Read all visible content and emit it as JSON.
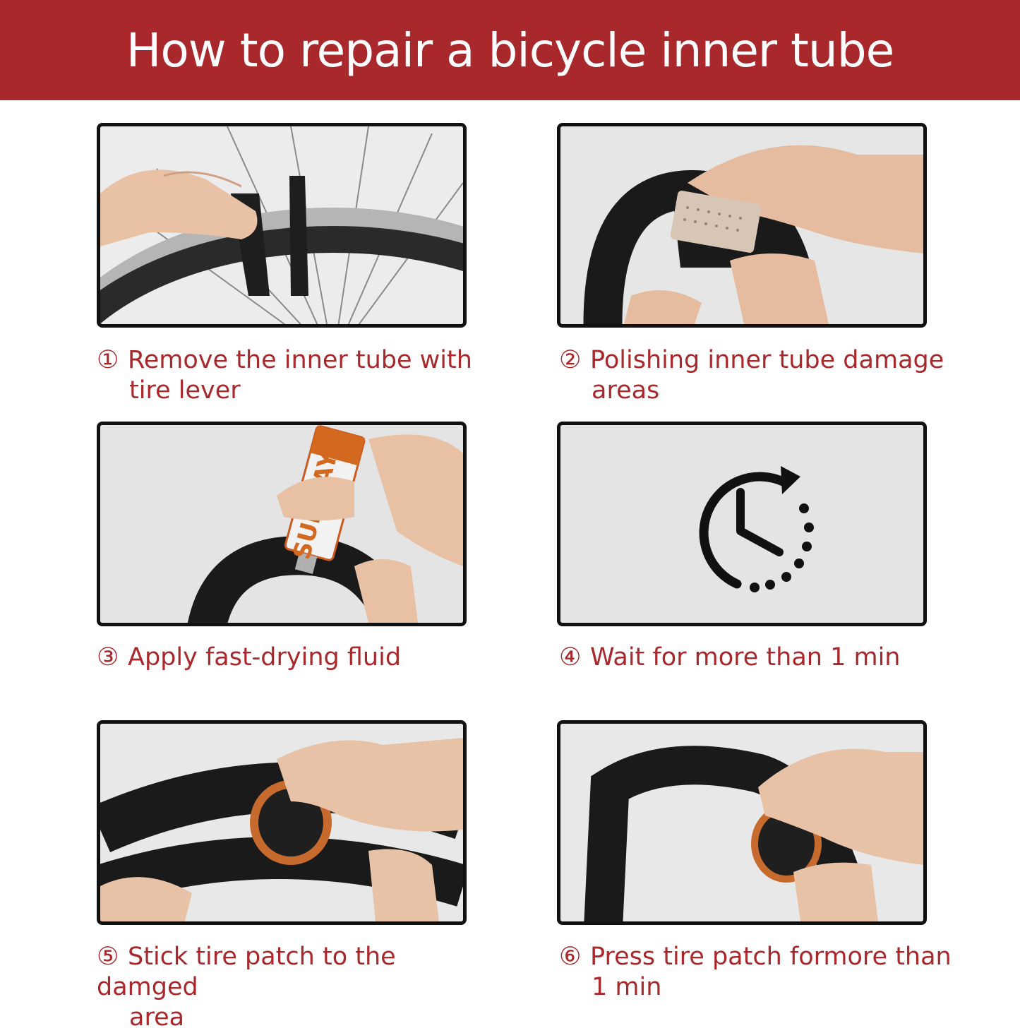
{
  "title": "How to repair a bicycle inner tube",
  "colors": {
    "banner": "#a8282c",
    "caption": "#a8282c",
    "frame": "#111111",
    "panel_bg": "#e6e6e6"
  },
  "steps": [
    {
      "num": "①",
      "line1": "Remove the inner tube with",
      "line2": "tire lever",
      "photo": "wheel-tire-lever-photo"
    },
    {
      "num": "②",
      "line1": "Polishing inner tube damage",
      "line2": "areas",
      "photo": "sanding-tube-photo"
    },
    {
      "num": "③",
      "line1": "Apply fast-drying fluid",
      "line2": "",
      "photo": "glue-tube-photo",
      "tube_label": "SUNDAY"
    },
    {
      "num": "④",
      "line1": "Wait for more than 1 min",
      "line2": "",
      "photo": "clock-timer-icon"
    },
    {
      "num": "⑤",
      "line1": "Stick tire patch to the damged",
      "line2": "area",
      "photo": "stick-patch-photo"
    },
    {
      "num": "⑥",
      "line1": "Press tire patch formore than",
      "line2": "1 min",
      "photo": "press-patch-photo"
    }
  ]
}
